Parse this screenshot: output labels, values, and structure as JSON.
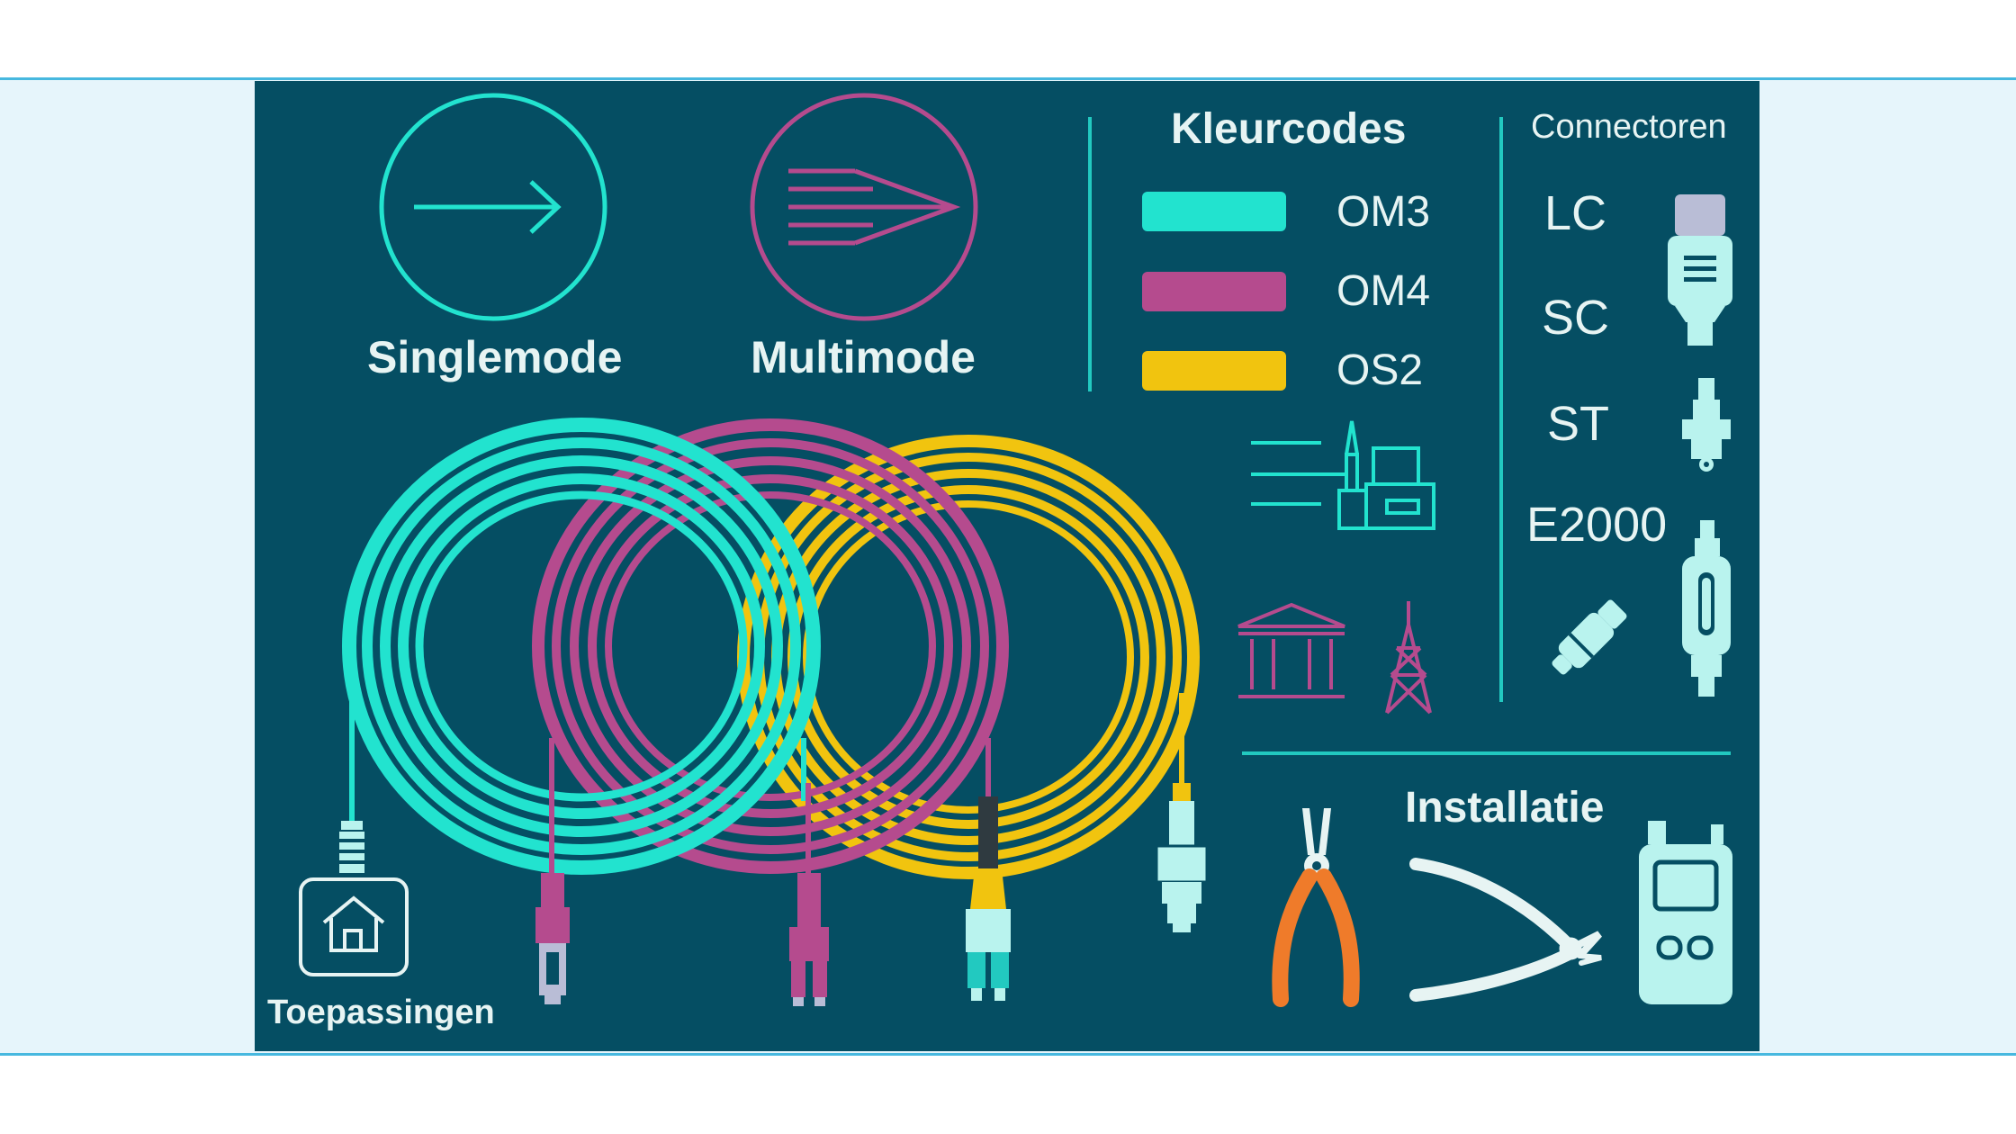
{
  "modes": {
    "singlemode": "Singlemode",
    "multimode": "Multimode"
  },
  "color_codes": {
    "title": "Kleurcodes",
    "items": [
      {
        "label": "OM3",
        "color": "#22e3cf"
      },
      {
        "label": "OM4",
        "color": "#b54b8e"
      },
      {
        "label": "OS2",
        "color": "#f1c40f"
      }
    ]
  },
  "connectors": {
    "title": "Connectoren",
    "items": [
      "LC",
      "SC",
      "ST",
      "E2000"
    ]
  },
  "installation": {
    "title": "Installatie"
  },
  "applications": {
    "title": "Toepassingen"
  },
  "colors": {
    "background": "#054e63",
    "cyan": "#22e3cf",
    "magenta": "#b54b8e",
    "yellow": "#f1c40f",
    "light": "#b9f3ee",
    "orange": "#ef7b2a"
  },
  "icons": [
    "arrow-right-icon",
    "fan-out-icon",
    "factory-icon",
    "bank-icon",
    "tower-icon",
    "home-icon",
    "pliers-icon",
    "cable-cutter-icon",
    "fiber-tester-icon"
  ]
}
